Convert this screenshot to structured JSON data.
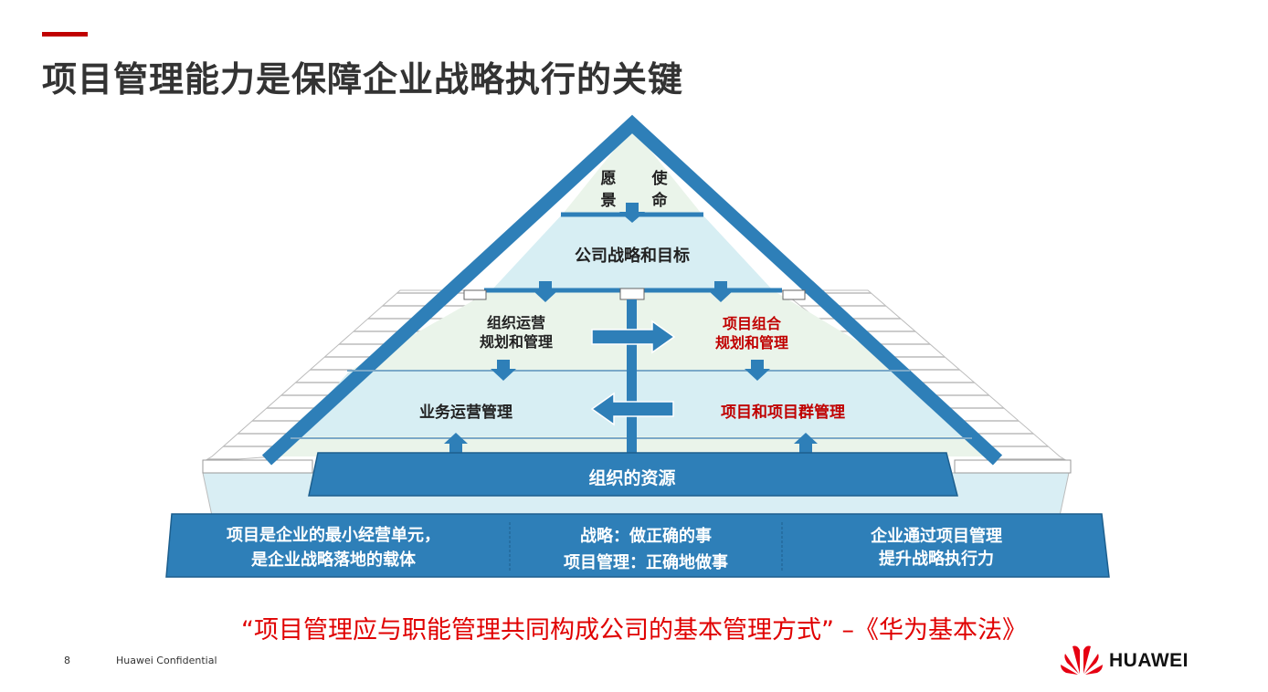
{
  "title": "项目管理能力是保障企业战略执行的关键",
  "colors": {
    "accent": "#c00000",
    "pyramid_blue": "#2e7fb8",
    "text_red": "#c00000",
    "quote_red": "#e00000"
  },
  "pyramid": {
    "vision": "愿\n景",
    "mission": "使\n命",
    "strategy": "公司战略和目标",
    "org_planning": "组织运营\n规划和管理",
    "portfolio_planning": "项目组合\n规划和管理",
    "business_mgmt": "业务运营管理",
    "program_mgmt": "项目和项目群管理",
    "resources": "组织的资源"
  },
  "base": {
    "left": "项目是企业的最小经营单元，\n是企业战略落地的载体",
    "middle": "战略：做正确的事\n项目管理：正确地做事",
    "right": "企业通过项目管理\n提升战略执行力"
  },
  "quote": "“项目管理应与职能管理共同构成公司的基本管理方式”  –《华为基本法》",
  "footer": {
    "page": "8",
    "confidential": "Huawei Confidential",
    "brand": "HUAWEI"
  }
}
